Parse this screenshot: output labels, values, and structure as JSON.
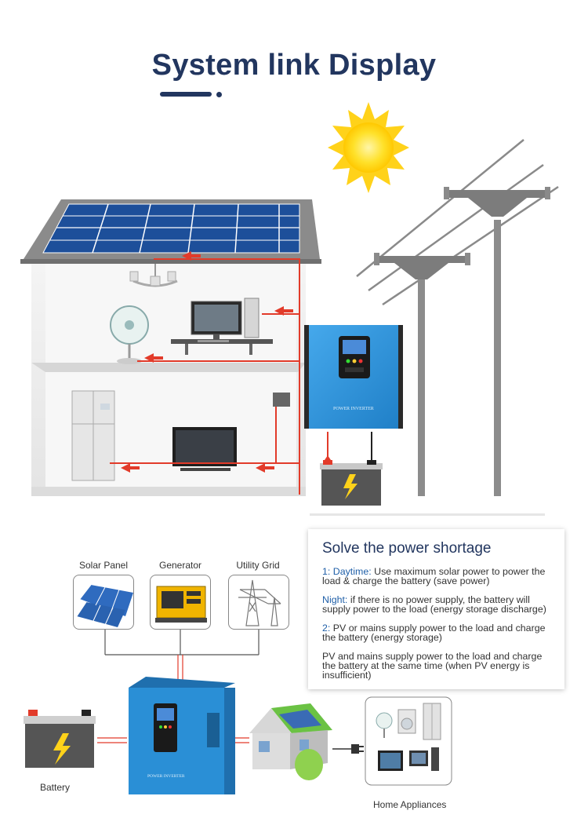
{
  "header": {
    "title": "System link Display"
  },
  "scene": {
    "inverter_label": "POWER INVERTER"
  },
  "info": {
    "title": "Solve the power shortage",
    "items": [
      {
        "prefix": "1:  Daytime:",
        "text": " Use maximum solar power to power the load & charge the battery (save power)"
      },
      {
        "prefix": "Night:",
        "text": " if there is no power supply, the battery will supply power to the load (energy storage discharge)"
      },
      {
        "prefix": "2:",
        "text": "  PV or mains supply power to the load and charge the battery (energy storage)"
      },
      {
        "prefix": "",
        "text": "PV and mains supply power to the load and charge the battery at the same time (when PV energy is insufficient)"
      }
    ]
  },
  "sources": {
    "solar": "Solar Panel",
    "generator": "Generator",
    "grid": "Utility Grid"
  },
  "labels": {
    "battery": "Battery",
    "appliances": "Home Appliances",
    "inverter_small": "POWER INVERTER"
  },
  "colors": {
    "title": "#22365f",
    "inverter_blue": "#2a8fd6",
    "arrow_red": "#e23b2a",
    "sun": "#ffd21a",
    "panel_blue": "#1d4f9a"
  }
}
